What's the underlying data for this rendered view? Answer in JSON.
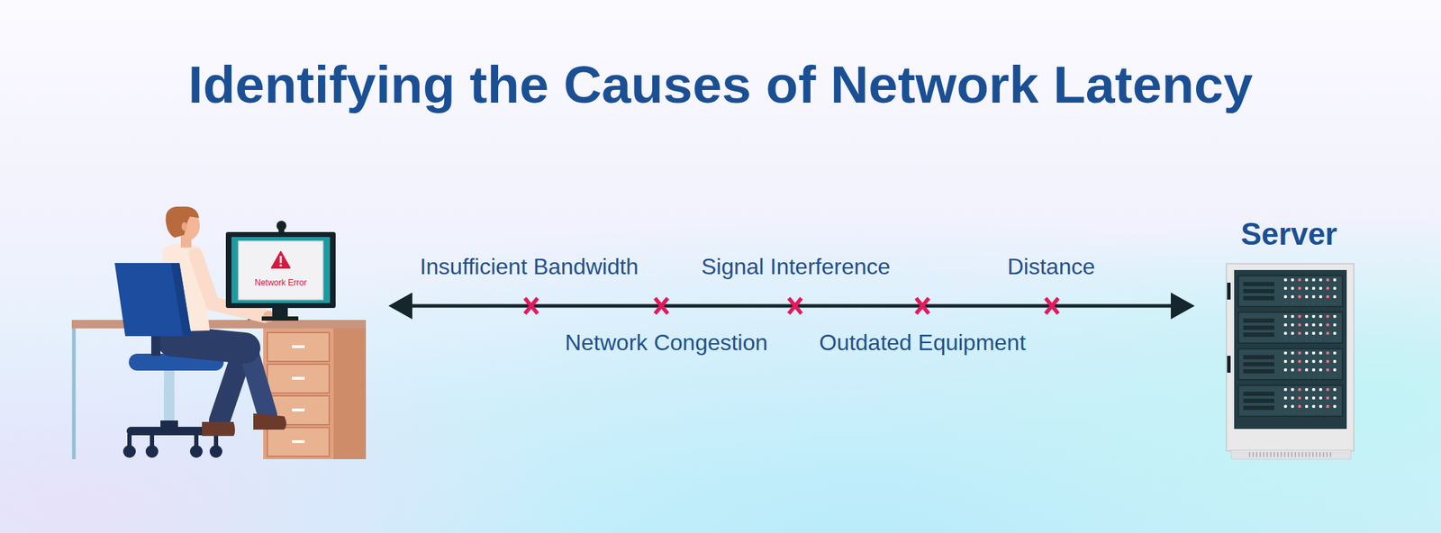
{
  "diagram": {
    "title": "Identifying the Causes of Network Latency",
    "nodes": [
      {
        "text": [
          "Network Error"
        ]
      },
      {
        "text": [
          "Server"
        ]
      }
    ],
    "edges": [
      {
        "from": 0,
        "to": 1,
        "arrow": "both"
      }
    ],
    "labels": [
      "Insufficient Bandwidth",
      "Network Congestion",
      "Signal Interference",
      "Outdated Equipment",
      "Distance"
    ]
  }
}
